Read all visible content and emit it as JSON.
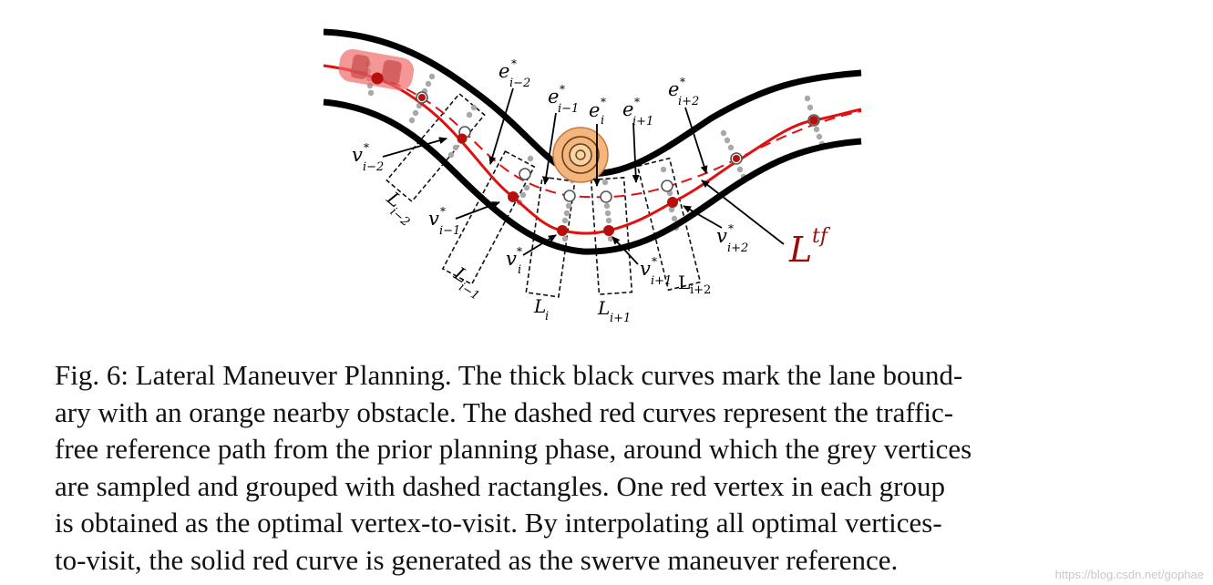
{
  "figure": {
    "labels": {
      "e_im2": "e",
      "e_im2_sup": "*",
      "e_im2_sub": "i−2",
      "e_im1": "e",
      "e_im1_sup": "*",
      "e_im1_sub": "i−1",
      "e_i": "e",
      "e_i_sup": "*",
      "e_i_sub": "i",
      "e_ip1": "e",
      "e_ip1_sup": "*",
      "e_ip1_sub": "i+1",
      "e_ip2": "e",
      "e_ip2_sup": "*",
      "e_ip2_sub": "i+2",
      "v_im2": "v",
      "v_im2_sup": "*",
      "v_im2_sub": "i−2",
      "v_im1": "v",
      "v_im1_sup": "*",
      "v_im1_sub": "i−1",
      "v_i": "v",
      "v_i_sup": "*",
      "v_i_sub": "i",
      "v_ip1": "v",
      "v_ip1_sup": "*",
      "v_ip1_sub": "i+1",
      "v_ip2": "v",
      "v_ip2_sup": "*",
      "v_ip2_sub": "i+2",
      "L_im2": "L",
      "L_im2_sub": "i−2",
      "L_im1": "L",
      "L_im1_sub": "i−1",
      "L_i": "L",
      "L_i_sub": "i",
      "L_ip1": "L",
      "L_ip1_sub": "i+1",
      "L_ip2": "L",
      "L_ip2_sub": "i+2",
      "Ltf": "L",
      "Ltf_sup": "tf"
    },
    "colors": {
      "boundary": "#000000",
      "path": "#e01010",
      "vertex": "#b5100a",
      "grey": "#a8a8a8",
      "obstacle": "#f3b67e",
      "car": "#ef6b6b",
      "Ltf": "#9b0b0b"
    },
    "icons": [
      "vehicle-icon",
      "obstacle-icon"
    ]
  },
  "caption": {
    "lines": [
      "Fig. 6: Lateral Maneuver Planning. The thick black curves mark the lane bound-",
      "ary with an orange nearby obstacle. The dashed red curves represent the traffic-",
      "free reference path from the prior planning phase, around which the grey vertices",
      "are sampled and grouped with dashed ractangles. One red vertex in each group",
      "is obtained as the optimal vertex-to-visit. By interpolating all optimal vertices-",
      "to-visit, the solid red curve is generated as the swerve maneuver reference."
    ]
  },
  "watermark": "https://blog.csdn.net/gophae"
}
